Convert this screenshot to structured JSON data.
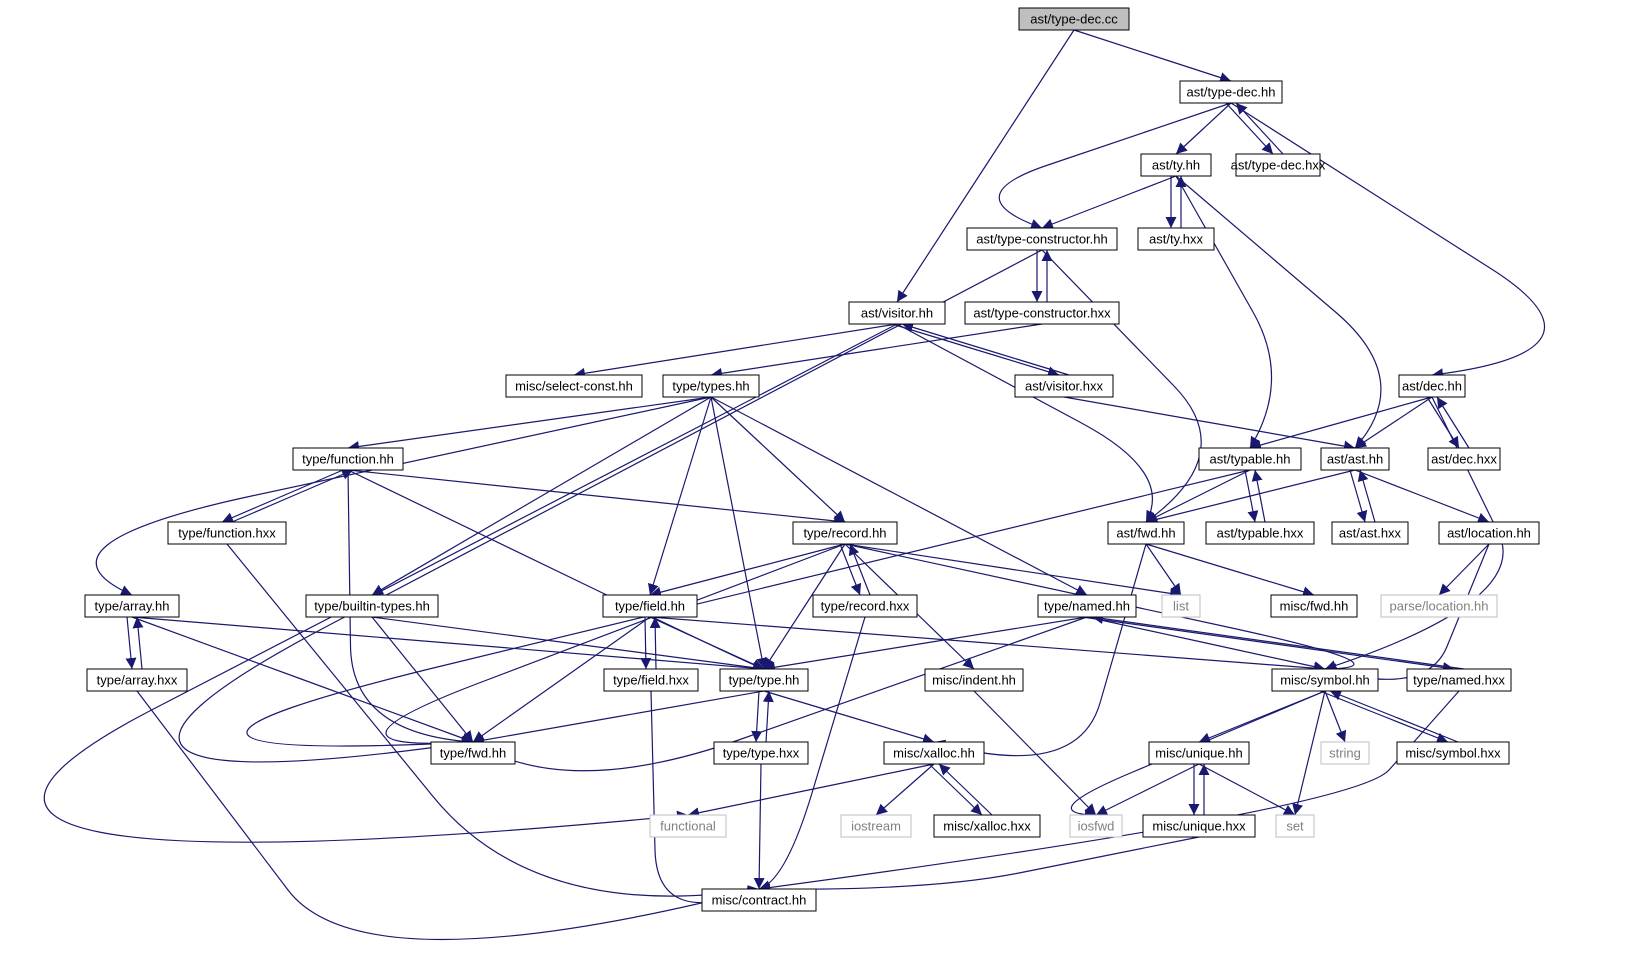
{
  "graph": {
    "colors": {
      "edge": "#191970",
      "node_border": "#000000",
      "node_fill": "#ffffff",
      "root_fill": "#bfbfbf",
      "external_border": "#bfbfbf",
      "external_text": "#808080",
      "text": "#000000"
    },
    "nodes": [
      {
        "id": "ast_type_dec_cc",
        "label": "ast/type-dec.cc",
        "kind": "root"
      },
      {
        "id": "ast_type_dec_hh",
        "label": "ast/type-dec.hh",
        "kind": "file"
      },
      {
        "id": "ast_ty_hh",
        "label": "ast/ty.hh",
        "kind": "file"
      },
      {
        "id": "ast_type_dec_hxx",
        "label": "ast/type-dec.hxx",
        "kind": "file"
      },
      {
        "id": "ast_type_constructor_hh",
        "label": "ast/type-constructor.hh",
        "kind": "file"
      },
      {
        "id": "ast_ty_hxx",
        "label": "ast/ty.hxx",
        "kind": "file"
      },
      {
        "id": "ast_visitor_hh",
        "label": "ast/visitor.hh",
        "kind": "file"
      },
      {
        "id": "ast_type_constructor_hxx",
        "label": "ast/type-constructor.hxx",
        "kind": "file"
      },
      {
        "id": "misc_select_const_hh",
        "label": "misc/select-const.hh",
        "kind": "file"
      },
      {
        "id": "type_types_hh",
        "label": "type/types.hh",
        "kind": "file"
      },
      {
        "id": "ast_visitor_hxx",
        "label": "ast/visitor.hxx",
        "kind": "file"
      },
      {
        "id": "ast_dec_hh",
        "label": "ast/dec.hh",
        "kind": "file"
      },
      {
        "id": "type_function_hh",
        "label": "type/function.hh",
        "kind": "file"
      },
      {
        "id": "ast_typable_hh",
        "label": "ast/typable.hh",
        "kind": "file"
      },
      {
        "id": "ast_ast_hh",
        "label": "ast/ast.hh",
        "kind": "file"
      },
      {
        "id": "ast_dec_hxx",
        "label": "ast/dec.hxx",
        "kind": "file"
      },
      {
        "id": "type_function_hxx",
        "label": "type/function.hxx",
        "kind": "file"
      },
      {
        "id": "type_record_hh",
        "label": "type/record.hh",
        "kind": "file"
      },
      {
        "id": "ast_fwd_hh",
        "label": "ast/fwd.hh",
        "kind": "file"
      },
      {
        "id": "ast_typable_hxx",
        "label": "ast/typable.hxx",
        "kind": "file"
      },
      {
        "id": "ast_ast_hxx",
        "label": "ast/ast.hxx",
        "kind": "file"
      },
      {
        "id": "ast_location_hh",
        "label": "ast/location.hh",
        "kind": "file"
      },
      {
        "id": "type_array_hh",
        "label": "type/array.hh",
        "kind": "file"
      },
      {
        "id": "type_builtin_types_hh",
        "label": "type/builtin-types.hh",
        "kind": "file"
      },
      {
        "id": "type_field_hh",
        "label": "type/field.hh",
        "kind": "file"
      },
      {
        "id": "type_record_hxx",
        "label": "type/record.hxx",
        "kind": "file"
      },
      {
        "id": "type_named_hh",
        "label": "type/named.hh",
        "kind": "file"
      },
      {
        "id": "list",
        "label": "list",
        "kind": "external"
      },
      {
        "id": "misc_fwd_hh",
        "label": "misc/fwd.hh",
        "kind": "file"
      },
      {
        "id": "parse_location_hh",
        "label": "parse/location.hh",
        "kind": "external"
      },
      {
        "id": "type_array_hxx",
        "label": "type/array.hxx",
        "kind": "file"
      },
      {
        "id": "type_field_hxx",
        "label": "type/field.hxx",
        "kind": "file"
      },
      {
        "id": "type_type_hh",
        "label": "type/type.hh",
        "kind": "file"
      },
      {
        "id": "misc_indent_hh",
        "label": "misc/indent.hh",
        "kind": "file"
      },
      {
        "id": "misc_symbol_hh",
        "label": "misc/symbol.hh",
        "kind": "file"
      },
      {
        "id": "type_named_hxx",
        "label": "type/named.hxx",
        "kind": "file"
      },
      {
        "id": "type_fwd_hh",
        "label": "type/fwd.hh",
        "kind": "file"
      },
      {
        "id": "type_type_hxx",
        "label": "type/type.hxx",
        "kind": "file"
      },
      {
        "id": "misc_xalloc_hh",
        "label": "misc/xalloc.hh",
        "kind": "file"
      },
      {
        "id": "misc_unique_hh",
        "label": "misc/unique.hh",
        "kind": "file"
      },
      {
        "id": "string",
        "label": "string",
        "kind": "external"
      },
      {
        "id": "misc_symbol_hxx",
        "label": "misc/symbol.hxx",
        "kind": "file"
      },
      {
        "id": "functional",
        "label": "functional",
        "kind": "external"
      },
      {
        "id": "iostream",
        "label": "iostream",
        "kind": "external"
      },
      {
        "id": "misc_xalloc_hxx",
        "label": "misc/xalloc.hxx",
        "kind": "file"
      },
      {
        "id": "iosfwd",
        "label": "iosfwd",
        "kind": "external"
      },
      {
        "id": "misc_unique_hxx",
        "label": "misc/unique.hxx",
        "kind": "file"
      },
      {
        "id": "set",
        "label": "set",
        "kind": "external"
      },
      {
        "id": "misc_contract_hh",
        "label": "misc/contract.hh",
        "kind": "file"
      }
    ],
    "edges": [
      [
        "ast_type_dec_cc",
        "ast_type_dec_hh"
      ],
      [
        "ast_type_dec_cc",
        "ast_visitor_hh"
      ],
      [
        "ast_type_dec_hh",
        "ast_ty_hh"
      ],
      [
        "ast_type_dec_hh",
        "ast_type_dec_hxx"
      ],
      [
        "ast_type_dec_hh",
        "ast_type_constructor_hh"
      ],
      [
        "ast_type_dec_hh",
        "ast_dec_hh"
      ],
      [
        "ast_type_dec_hxx",
        "ast_type_dec_hh"
      ],
      [
        "ast_ty_hh",
        "ast_ty_hxx"
      ],
      [
        "ast_ty_hh",
        "ast_type_constructor_hh"
      ],
      [
        "ast_ty_hh",
        "ast_typable_hh"
      ],
      [
        "ast_ty_hh",
        "ast_ast_hh"
      ],
      [
        "ast_ty_hxx",
        "ast_ty_hh"
      ],
      [
        "ast_type_constructor_hh",
        "ast_type_constructor_hxx"
      ],
      [
        "ast_type_constructor_hh",
        "type_fwd_hh"
      ],
      [
        "ast_type_constructor_hh",
        "ast_fwd_hh"
      ],
      [
        "ast_type_constructor_hxx",
        "ast_type_constructor_hh"
      ],
      [
        "ast_type_constructor_hxx",
        "type_types_hh"
      ],
      [
        "ast_visitor_hh",
        "misc_select_const_hh"
      ],
      [
        "ast_visitor_hh",
        "ast_visitor_hxx"
      ],
      [
        "ast_visitor_hh",
        "functional"
      ],
      [
        "ast_visitor_hh",
        "ast_fwd_hh"
      ],
      [
        "ast_visitor_hxx",
        "ast_visitor_hh"
      ],
      [
        "ast_visitor_hxx",
        "ast_ast_hh"
      ],
      [
        "type_types_hh",
        "type_function_hh"
      ],
      [
        "type_types_hh",
        "type_array_hh"
      ],
      [
        "type_types_hh",
        "type_builtin_types_hh"
      ],
      [
        "type_types_hh",
        "type_field_hh"
      ],
      [
        "type_types_hh",
        "type_type_hh"
      ],
      [
        "type_types_hh",
        "type_record_hh"
      ],
      [
        "type_types_hh",
        "type_named_hh"
      ],
      [
        "type_function_hh",
        "type_function_hxx"
      ],
      [
        "type_function_hh",
        "type_record_hh"
      ],
      [
        "type_function_hh",
        "type_fwd_hh"
      ],
      [
        "type_function_hh",
        "type_type_hh"
      ],
      [
        "type_function_hxx",
        "type_function_hh"
      ],
      [
        "type_function_hxx",
        "misc_contract_hh"
      ],
      [
        "ast_dec_hh",
        "ast_typable_hh"
      ],
      [
        "ast_dec_hh",
        "ast_ast_hh"
      ],
      [
        "ast_dec_hh",
        "ast_dec_hxx"
      ],
      [
        "ast_dec_hh",
        "misc_symbol_hh"
      ],
      [
        "ast_dec_hxx",
        "ast_dec_hh"
      ],
      [
        "ast_typable_hh",
        "ast_fwd_hh"
      ],
      [
        "ast_typable_hh",
        "ast_typable_hxx"
      ],
      [
        "ast_typable_hh",
        "type_fwd_hh"
      ],
      [
        "ast_typable_hxx",
        "ast_typable_hh"
      ],
      [
        "ast_ast_hh",
        "ast_fwd_hh"
      ],
      [
        "ast_ast_hh",
        "ast_ast_hxx"
      ],
      [
        "ast_ast_hh",
        "ast_location_hh"
      ],
      [
        "ast_ast_hxx",
        "ast_ast_hh"
      ],
      [
        "ast_location_hh",
        "parse_location_hh"
      ],
      [
        "ast_location_hh",
        "misc_symbol_hh"
      ],
      [
        "ast_fwd_hh",
        "list"
      ],
      [
        "ast_fwd_hh",
        "misc_fwd_hh"
      ],
      [
        "ast_fwd_hh",
        "misc_xalloc_hh"
      ],
      [
        "type_record_hh",
        "type_record_hxx"
      ],
      [
        "type_record_hh",
        "type_field_hh"
      ],
      [
        "type_record_hh",
        "type_type_hh"
      ],
      [
        "type_record_hh",
        "type_fwd_hh"
      ],
      [
        "type_record_hh",
        "list"
      ],
      [
        "type_record_hh",
        "misc_indent_hh"
      ],
      [
        "type_record_hh",
        "misc_symbol_hh"
      ],
      [
        "type_record_hxx",
        "type_record_hh"
      ],
      [
        "type_record_hxx",
        "misc_contract_hh"
      ],
      [
        "type_array_hh",
        "type_array_hxx"
      ],
      [
        "type_array_hh",
        "type_type_hh"
      ],
      [
        "type_array_hh",
        "type_fwd_hh"
      ],
      [
        "type_array_hxx",
        "type_array_hh"
      ],
      [
        "type_array_hxx",
        "misc_contract_hh"
      ],
      [
        "type_builtin_types_hh",
        "type_type_hh"
      ],
      [
        "type_builtin_types_hh",
        "type_fwd_hh"
      ],
      [
        "type_field_hh",
        "type_field_hxx"
      ],
      [
        "type_field_hh",
        "type_type_hh"
      ],
      [
        "type_field_hh",
        "type_fwd_hh"
      ],
      [
        "type_field_hh",
        "misc_symbol_hh"
      ],
      [
        "type_field_hxx",
        "type_field_hh"
      ],
      [
        "type_field_hxx",
        "misc_contract_hh"
      ],
      [
        "type_named_hh",
        "type_type_hh"
      ],
      [
        "type_named_hh",
        "type_fwd_hh"
      ],
      [
        "type_named_hh",
        "misc_symbol_hh"
      ],
      [
        "type_named_hh",
        "type_named_hxx"
      ],
      [
        "type_named_hxx",
        "type_named_hh"
      ],
      [
        "type_named_hxx",
        "misc_contract_hh"
      ],
      [
        "type_type_hh",
        "type_type_hxx"
      ],
      [
        "type_type_hh",
        "type_fwd_hh"
      ],
      [
        "type_type_hh",
        "misc_xalloc_hh"
      ],
      [
        "type_type_hxx",
        "type_type_hh"
      ],
      [
        "type_type_hxx",
        "misc_contract_hh"
      ],
      [
        "misc_indent_hh",
        "iosfwd"
      ],
      [
        "misc_symbol_hh",
        "iosfwd"
      ],
      [
        "misc_symbol_hh",
        "misc_unique_hh"
      ],
      [
        "misc_symbol_hh",
        "string"
      ],
      [
        "misc_symbol_hh",
        "set"
      ],
      [
        "misc_symbol_hh",
        "misc_symbol_hxx"
      ],
      [
        "misc_symbol_hxx",
        "misc_symbol_hh"
      ],
      [
        "misc_unique_hh",
        "iosfwd"
      ],
      [
        "misc_unique_hh",
        "misc_unique_hxx"
      ],
      [
        "misc_unique_hh",
        "set"
      ],
      [
        "misc_unique_hxx",
        "misc_unique_hh"
      ],
      [
        "misc_unique_hxx",
        "misc_contract_hh"
      ],
      [
        "misc_xalloc_hh",
        "functional"
      ],
      [
        "misc_xalloc_hh",
        "iostream"
      ],
      [
        "misc_xalloc_hh",
        "misc_xalloc_hxx"
      ],
      [
        "misc_xalloc_hxx",
        "misc_xalloc_hh"
      ]
    ]
  }
}
